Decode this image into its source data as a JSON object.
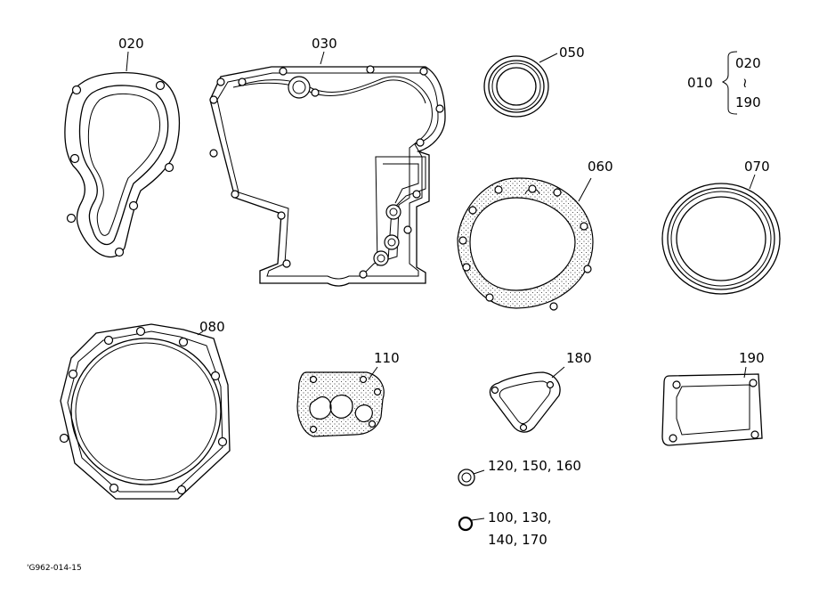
{
  "labels": {
    "p020": "020",
    "p030": "030",
    "p050": "050",
    "p060": "060",
    "p070": "070",
    "p080": "080",
    "p110": "110",
    "p180": "180",
    "p190": "190",
    "group": "010",
    "range_start": "020",
    "range_sep": "≀",
    "range_end": "190",
    "orings_1": "120, 150, 160",
    "orings_2_line1": "100, 130,",
    "orings_2_line2": "140, 170",
    "figure_code": "'G962-014-15"
  },
  "colors": {
    "ink": "#000000",
    "background": "#ffffff"
  }
}
